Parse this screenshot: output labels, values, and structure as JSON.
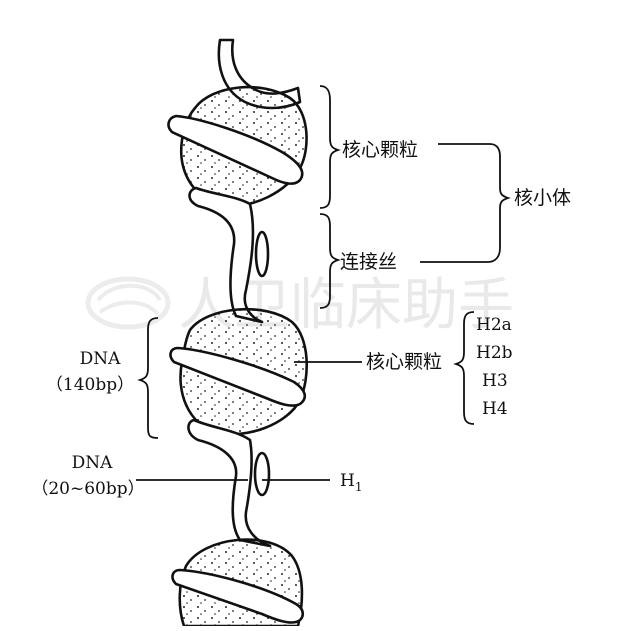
{
  "watermark": "人卫临床助手",
  "labels": {
    "core_particle_top": "核心颗粒",
    "nucleosome": "核小体",
    "linker": "连接丝",
    "dna_left": "DNA",
    "dna_left_len": "（140bp）",
    "core_particle_right": "核心颗粒",
    "histones": [
      "H2a",
      "H2b",
      "H3",
      "H4"
    ],
    "dna_linker": "DNA",
    "dna_linker_len": "（20~60bp）",
    "h1_main": "H",
    "h1_sub": "1"
  },
  "colors": {
    "stroke": "#111111",
    "text": "#111111",
    "watermark": "#e9e9e9",
    "background": "#ffffff"
  }
}
